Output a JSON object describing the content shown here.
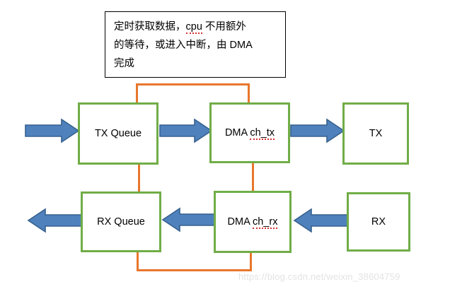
{
  "diagram": {
    "title": "DMA TX/RX queue dataflow diagram",
    "colors": {
      "box_border_green": "#70AD47",
      "arrow_fill_blue": "#4F81BD",
      "arrow_outline_blue": "#36618E",
      "connector_orange": "#E8762C",
      "note_border": "#000000",
      "watermark": "#e3e3e3",
      "spellcheck_underline": "#d42f2f"
    },
    "note": {
      "lines": [
        "定时获取数据，cpu 不用额外",
        "的等待，或进入中断，由 DMA",
        "完成"
      ],
      "line1_before": "定时获取数据，",
      "line1_misspelled": "cpu",
      "line1_after": " 不用额外",
      "line2": "的等待，或进入中断，由 DMA",
      "line3": "完成"
    },
    "boxes": [
      {
        "id": "tx-queue",
        "label": "TX Queue"
      },
      {
        "id": "dma-ch-tx",
        "label_prefix": "DMA ",
        "label_misspelled": "ch_tx",
        "label": "DMA ch_tx"
      },
      {
        "id": "tx",
        "label": "TX"
      },
      {
        "id": "rx-queue",
        "label": "RX Queue"
      },
      {
        "id": "dma-ch-rx",
        "label_prefix": "DMA ",
        "label_misspelled": "ch_rx",
        "label": "DMA ch_rx"
      },
      {
        "id": "rx",
        "label": "RX"
      }
    ],
    "arrows": [
      {
        "id": "input-to-tx-queue",
        "direction": "right"
      },
      {
        "id": "tx-queue-to-dma-ch-tx",
        "direction": "right"
      },
      {
        "id": "dma-ch-tx-to-tx",
        "direction": "right"
      },
      {
        "id": "rx-queue-to-output",
        "direction": "left"
      },
      {
        "id": "dma-ch-rx-to-rx-queue",
        "direction": "left"
      },
      {
        "id": "rx-to-dma-ch-rx",
        "direction": "left"
      }
    ],
    "connectors": [
      {
        "id": "top-bracket",
        "from": "tx-queue",
        "to": "dma-ch-tx"
      },
      {
        "id": "bottom-bracket",
        "from": "rx-queue",
        "to": "dma-ch-rx"
      },
      {
        "id": "left-vertical",
        "from": "tx-queue",
        "to": "rx-queue"
      },
      {
        "id": "right-vertical",
        "from": "dma-ch-tx",
        "to": "dma-ch-rx"
      }
    ]
  },
  "watermark": {
    "text": "https://blog.csdn.net/weixin_38604759"
  }
}
